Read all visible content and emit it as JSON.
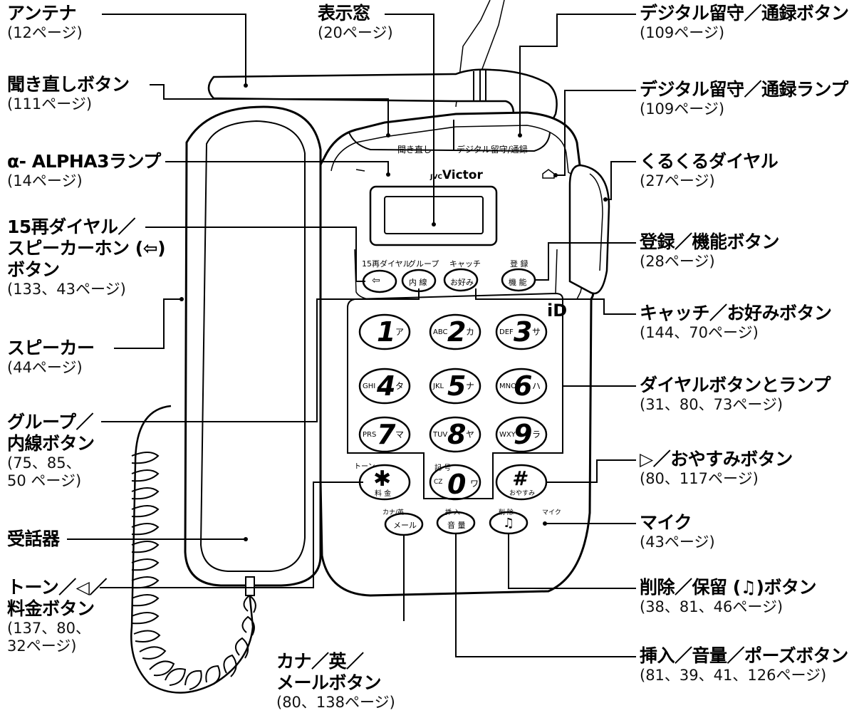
{
  "labels": {
    "antenna": {
      "title": "アンテナ",
      "page": "(12ページ)"
    },
    "recheck": {
      "title": "聞き直しボタン",
      "page": "(111ページ)"
    },
    "alpha": {
      "title": "α- ALPHA3ランプ",
      "page": "(14ページ)"
    },
    "redial": {
      "title": "15再ダイヤル／",
      "title2": "スピーカーホン (",
      "title3": ")",
      "title4": "ボタン",
      "page": "(133、43ページ)"
    },
    "speaker": {
      "title": "スピーカー",
      "page": "(44ページ)"
    },
    "group": {
      "title": "グループ／",
      "title2": "内線ボタン",
      "page": "(75、85、",
      "page2": "50 ページ)"
    },
    "receiver": {
      "title": "受話器"
    },
    "tone": {
      "title": "トーン／◁／",
      "title2": "料金ボタン",
      "page": "(137、80、",
      "page2": "32ページ)"
    },
    "kana": {
      "title": "カナ／英／",
      "title2": "メールボタン",
      "page": "(80、138ページ)"
    },
    "display": {
      "title": "表示窓",
      "page": "(20ページ)"
    },
    "digital_btn": {
      "title": "デジタル留守／通録ボタン",
      "page": "(109ページ)"
    },
    "digital_lamp": {
      "title": "デジタル留守／通録ランプ",
      "page": "(109ページ)"
    },
    "kurukuru": {
      "title": "くるくるダイヤル",
      "page": "(27ページ)"
    },
    "register": {
      "title": "登録／機能ボタン",
      "page": "(28ページ)"
    },
    "catch": {
      "title": "キャッチ／お好みボタン",
      "page": "(144、70ページ)"
    },
    "dial": {
      "title": "ダイヤルボタンとランプ",
      "page": "(31、80、73ページ)"
    },
    "play": {
      "title": "▷／おやすみボタン",
      "page": "(80、117ページ)"
    },
    "mic": {
      "title": "マイク",
      "page": "(43ページ)"
    },
    "delete": {
      "title": "削除／保留 (♫)ボタン",
      "page": "(38、81、46ページ)"
    },
    "insert": {
      "title": "挿入／音量／ポーズボタン",
      "page": "(81、39、41、126ページ)"
    }
  },
  "device": {
    "brand": "Victor",
    "brand_prefix": "JVC",
    "top_buttons": [
      "聞き直し",
      "デジタル留守/通録"
    ],
    "func_top": [
      "15再ダイヤル",
      "グループ",
      "キャッチ",
      "登 録"
    ],
    "func_keys": [
      "",
      "内 線",
      "お好み",
      "機 能"
    ],
    "keypad": [
      {
        "n": "1",
        "s": "",
        "k": "ア"
      },
      {
        "n": "2",
        "s": "ABC",
        "k": "カ"
      },
      {
        "n": "3",
        "s": "DEF",
        "k": "サ"
      },
      {
        "n": "4",
        "s": "GHI",
        "k": "タ"
      },
      {
        "n": "5",
        "s": "JKL",
        "k": "ナ"
      },
      {
        "n": "6",
        "s": "MNO",
        "k": "ハ"
      },
      {
        "n": "7",
        "s": "PRS",
        "k": "マ"
      },
      {
        "n": "8",
        "s": "TUV",
        "k": "ヤ"
      },
      {
        "n": "9",
        "s": "WXY",
        "k": "ラ"
      }
    ],
    "tone_label": "トーン",
    "kigo_label": "記 号",
    "star_sub": "料 金",
    "zero_sub": "CZ",
    "zero_kana": "ワ",
    "hash_sub": "おやすみ",
    "bottom_top": [
      "カナ/英",
      "挿 入",
      "削 除",
      "マイク"
    ],
    "bottom_keys": [
      "メール",
      "音 量",
      "♫"
    ],
    "id_mark": "iD"
  }
}
